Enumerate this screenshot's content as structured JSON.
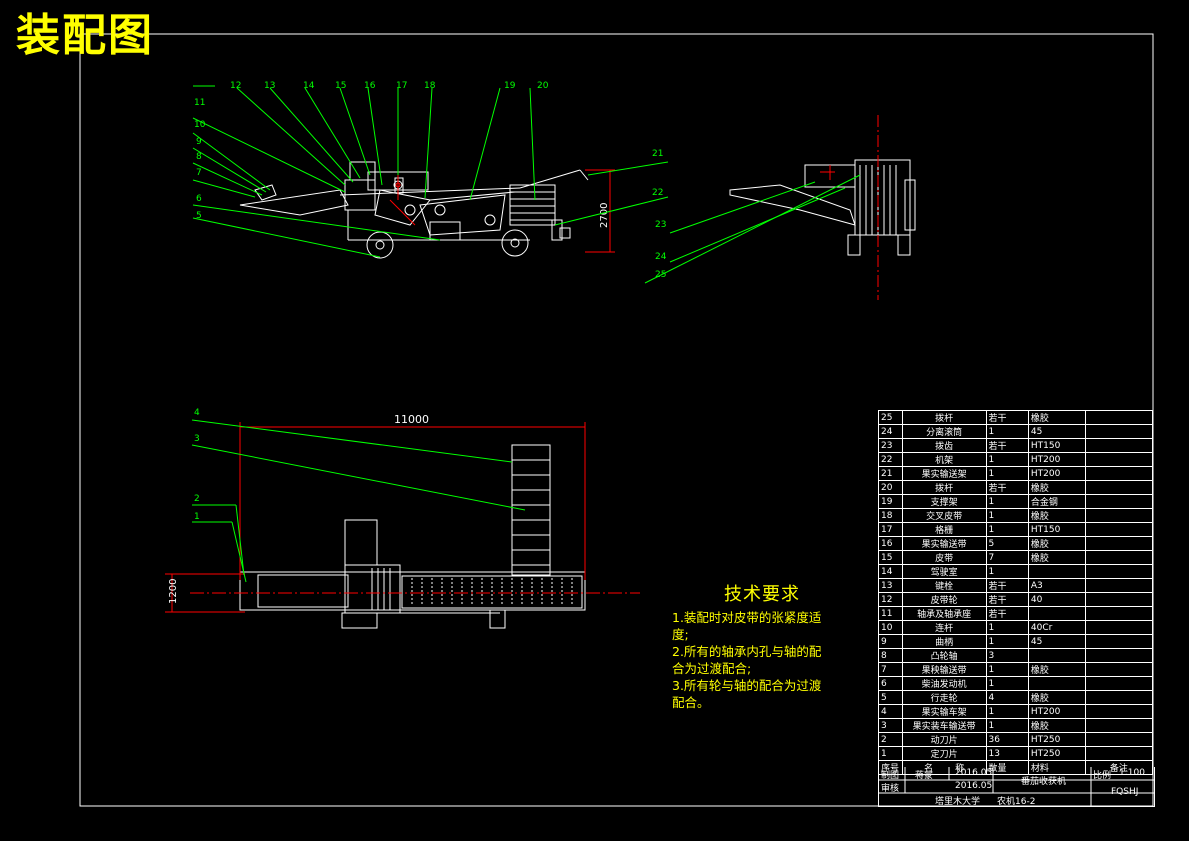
{
  "title": "装配图",
  "dimensions": {
    "height_top": "2700",
    "length_bottom": "11000",
    "height_bottom": "1200"
  },
  "callouts": [
    "1",
    "2",
    "3",
    "4",
    "5",
    "6",
    "7",
    "8",
    "9",
    "10",
    "11",
    "12",
    "13",
    "14",
    "15",
    "16",
    "17",
    "18",
    "19",
    "20",
    "21",
    "22",
    "23",
    "24",
    "25"
  ],
  "tech": {
    "heading": "技术要求",
    "lines": [
      "1.装配时对皮带的张紧度适",
      "度;",
      "2.所有的轴承内孔与轴的配",
      "合为过渡配合;",
      "3.所有轮与轴的配合为过渡",
      "配合。"
    ]
  },
  "bom": {
    "rows": [
      [
        "25",
        "拨杆",
        "若干",
        "橡胶"
      ],
      [
        "24",
        "分离滚筒",
        "1",
        "45"
      ],
      [
        "23",
        "拨齿",
        "若干",
        "HT150"
      ],
      [
        "22",
        "机架",
        "1",
        "HT200"
      ],
      [
        "21",
        "果实输送架",
        "1",
        "HT200"
      ],
      [
        "20",
        "拨杆",
        "若干",
        "橡胶"
      ],
      [
        "19",
        "支撑架",
        "1",
        "合金钢"
      ],
      [
        "18",
        "交叉皮带",
        "1",
        "橡胶"
      ],
      [
        "17",
        "格栅",
        "1",
        "HT150"
      ],
      [
        "16",
        "果实输送带",
        "5",
        "橡胶"
      ],
      [
        "15",
        "皮带",
        "7",
        "橡胶"
      ],
      [
        "14",
        "驾驶室",
        "1",
        ""
      ],
      [
        "13",
        "键栓",
        "若干",
        "A3"
      ],
      [
        "12",
        "皮带轮",
        "若干",
        "40"
      ],
      [
        "11",
        "轴承及轴承座",
        "若干",
        ""
      ],
      [
        "10",
        "连杆",
        "1",
        "40Cr"
      ],
      [
        "9",
        "曲柄",
        "1",
        "45"
      ],
      [
        "8",
        "凸轮轴",
        "3",
        ""
      ],
      [
        "7",
        "果秧输送带",
        "1",
        "橡胶"
      ],
      [
        "6",
        "柴油发动机",
        "1",
        ""
      ],
      [
        "5",
        "行走轮",
        "4",
        "橡胶"
      ],
      [
        "4",
        "果实输车架",
        "1",
        "HT200"
      ],
      [
        "3",
        "果实装车输送带",
        "1",
        "橡胶"
      ],
      [
        "2",
        "动刀片",
        "36",
        "HT250"
      ],
      [
        "1",
        "定刀片",
        "13",
        "HT250"
      ]
    ],
    "header": [
      "序号",
      "名",
      "称",
      "数量",
      "材料",
      "备注"
    ]
  },
  "titleblock": {
    "drawn_label": "制图",
    "drawn_name": "蒋蒙",
    "drawn_date": "2016.05",
    "checked_label": "审核",
    "checked_date": "2016.05",
    "product": "番茄收获机",
    "scale_label": "比例",
    "scale_value": "1:100",
    "school": "塔里木大学",
    "class": "农机16-2",
    "drawing_code": "FQSHJ"
  },
  "colors": {
    "background": "#000000",
    "line": "#ffffff",
    "leader": "#00ff00",
    "text_accent": "#ffff00",
    "center_line": "#ff0000"
  }
}
